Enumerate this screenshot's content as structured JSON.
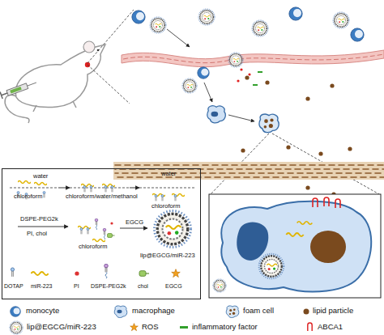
{
  "diagram": {
    "nodes": [
      {
        "text": [
          "water",
          "chloroform",
          "chloroform/water/methanol",
          "water",
          "chloroform",
          "DSPE-PEG2k",
          "PI, chol",
          "EGCG",
          "chloroform",
          "lip@EGCG/miR-223"
        ]
      }
    ],
    "legend": [
      {
        "text": "DOTAP"
      },
      {
        "text": "miR-223"
      },
      {
        "text": "PI"
      },
      {
        "text": "DSPE-PEG2k"
      },
      {
        "text": "chol"
      },
      {
        "text": "EGCG"
      },
      {
        "text": "monocyte"
      },
      {
        "text": "macrophage"
      },
      {
        "text": "foam cell"
      },
      {
        "text": "lipid particle"
      },
      {
        "text": "lip@EGCG/miR-223"
      },
      {
        "text": "ROS"
      },
      {
        "text": "inflammatory factor"
      },
      {
        "text": "ABCA1"
      }
    ]
  }
}
